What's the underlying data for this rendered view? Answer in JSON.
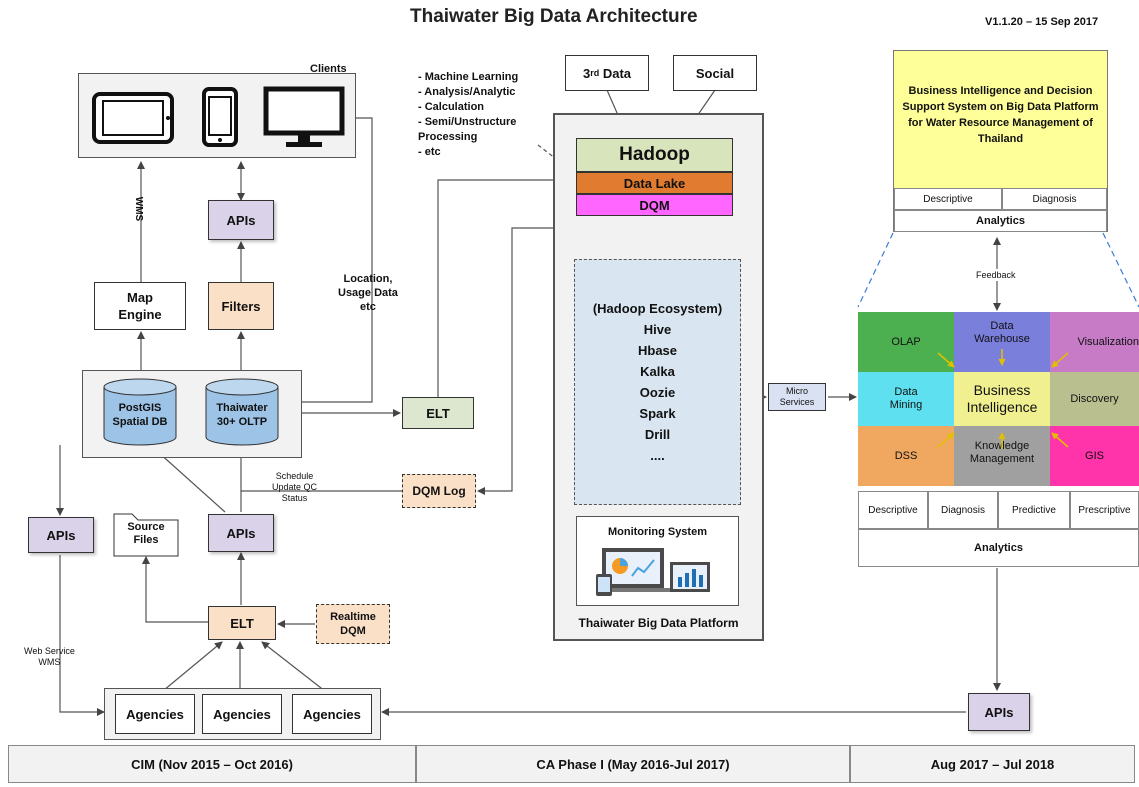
{
  "header": {
    "title": "Thaiwater Big Data Architecture",
    "version": "V1.1.20 – 15 Sep 2017"
  },
  "clients": {
    "label": "Clients",
    "devices": [
      "tablet-icon",
      "phone-icon",
      "monitor-icon"
    ]
  },
  "notes": {
    "lines": [
      "- Machine Learning",
      "- Analysis/Analytic",
      "- Calculation",
      "- Semi/Unstructure",
      "Processing",
      "- etc"
    ]
  },
  "sources": {
    "third_data": "3",
    "third_sup": "rd",
    "third_suffix": " Data",
    "social": "Social"
  },
  "hadoop": {
    "title": "Hadoop",
    "data_lake": "Data Lake",
    "dqm": "DQM"
  },
  "ecosystem": {
    "items": [
      "(Hadoop Ecosystem)",
      "Hive",
      "Hbase",
      "Kalka",
      "Oozie",
      "Spark",
      "Drill",
      "...."
    ]
  },
  "monitoring": {
    "label": "Monitoring System"
  },
  "platform": {
    "label": "Thaiwater Big Data Platform"
  },
  "left": {
    "apis_top": "APIs",
    "map_engine": "Map\nEngine",
    "filters": "Filters",
    "wms": "WMS",
    "location_usage": "Location,\nUsage Data\netc",
    "postgis": "PostGIS\nSpatial DB",
    "thaiwater_oltp": "Thaiwater\n30+ OLTP",
    "elt_mid": "ELT",
    "schedule": "Schedule\nUpdate QC\nStatus",
    "dqm_log": "DQM Log",
    "apis_left": "APIs",
    "source_files": "Source\nFiles",
    "apis_center": "APIs",
    "elt_bottom": "ELT",
    "realtime_dqm": "Realtime\nDQM",
    "web_service": "Web Service\nWMS",
    "agencies": [
      "Agencies",
      "Agencies",
      "Agencies"
    ]
  },
  "micro_services": "Micro\nServices",
  "bi_decision": {
    "text": "Business Intelligence and Decision Support System on Big Data Platform for Water Resource Management of Thailand",
    "descriptive": "Descriptive",
    "diagnosis": "Diagnosis",
    "analytics": "Analytics"
  },
  "feedback": "Feedback",
  "bi_grid": {
    "olap": "OLAP",
    "data_warehouse": "Data\nWarehouse",
    "visualization": "Visualization",
    "data_mining": "Data\nMining",
    "business_intelligence": "Business\nIntelligence",
    "discovery": "Discovery",
    "dss": "DSS",
    "knowledge_management": "Knowledge\nManagement",
    "gis": "GIS"
  },
  "analytics_bottom": {
    "cells": [
      "Descriptive",
      "Diagnosis",
      "Predictive",
      "Prescriptive"
    ],
    "label": "Analytics"
  },
  "apis_right": "APIs",
  "timeline": [
    "CIM (Nov 2015 – Oct 2016)",
    "CA Phase I (May 2016-Jul 2017)",
    "Aug 2017 – Jul 2018"
  ],
  "colors": {
    "olap": "#4caf50",
    "data_warehouse": "#7b7fdc",
    "visualization": "#c77bc7",
    "data_mining": "#5ee0f0",
    "business_intelligence": "#f0f090",
    "discovery": "#b9bf8f",
    "dss": "#f0a860",
    "knowledge_management": "#a0a0a0",
    "gis": "#ff33aa",
    "hadoop": "#d8e4bc",
    "data_lake": "#e07b30",
    "dqm": "#ff66ff",
    "ecosystem": "#d9e6f2"
  }
}
